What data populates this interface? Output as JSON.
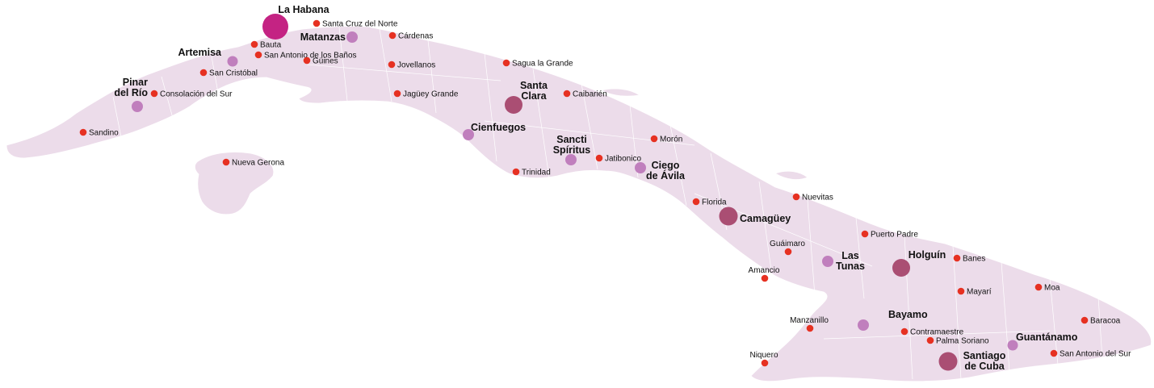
{
  "colors": {
    "land": "#ecdcea",
    "land_edge": "#ffffff",
    "capital": "#c42383",
    "major_city": "#aa4e73",
    "provincial_capital": "#c07fbd",
    "town": "#e63122"
  },
  "towns": [
    "Santa Cruz del Norte",
    "Bauta",
    "Cárdenas",
    "San Antonio de los Baños",
    "Güines",
    "Jovellanos",
    "Sagua la Grande",
    "San Cristóbal",
    "Consolación del Sur",
    "Jagüey Grande",
    "Caibarién",
    "Sandino",
    "Morón",
    "Jatibonico",
    "Nueva Gerona",
    "Trinidad",
    "Florida",
    "Nuevitas",
    "Puerto Padre",
    "Guáimaro",
    "Banes",
    "Amancio",
    "Mayarí",
    "Moa",
    "Manzanillo",
    "Baracoa",
    "Contramaestre",
    "Palma Soriano",
    "San Antonio del Sur",
    "Niquero"
  ],
  "cities": {
    "habana": [
      "La Habana"
    ],
    "matanzas": [
      "Matanzas"
    ],
    "artemisa": [
      "Artemisa"
    ],
    "pinar": [
      "Pinar",
      "del Río"
    ],
    "santa_clara": [
      "Santa",
      "Clara"
    ],
    "cienfuegos": [
      "Cienfuegos"
    ],
    "sancti": [
      "Sancti",
      "Spíritus"
    ],
    "ciego": [
      "Ciego",
      "de Ávila"
    ],
    "camaguey": [
      "Camagüey"
    ],
    "las_tunas": [
      "Las",
      "Tunas"
    ],
    "holguin": [
      "Holguín"
    ],
    "bayamo": [
      "Bayamo"
    ],
    "guantanamo": [
      "Guantánamo"
    ],
    "santiago": [
      "Santiago",
      "de Cuba"
    ]
  }
}
